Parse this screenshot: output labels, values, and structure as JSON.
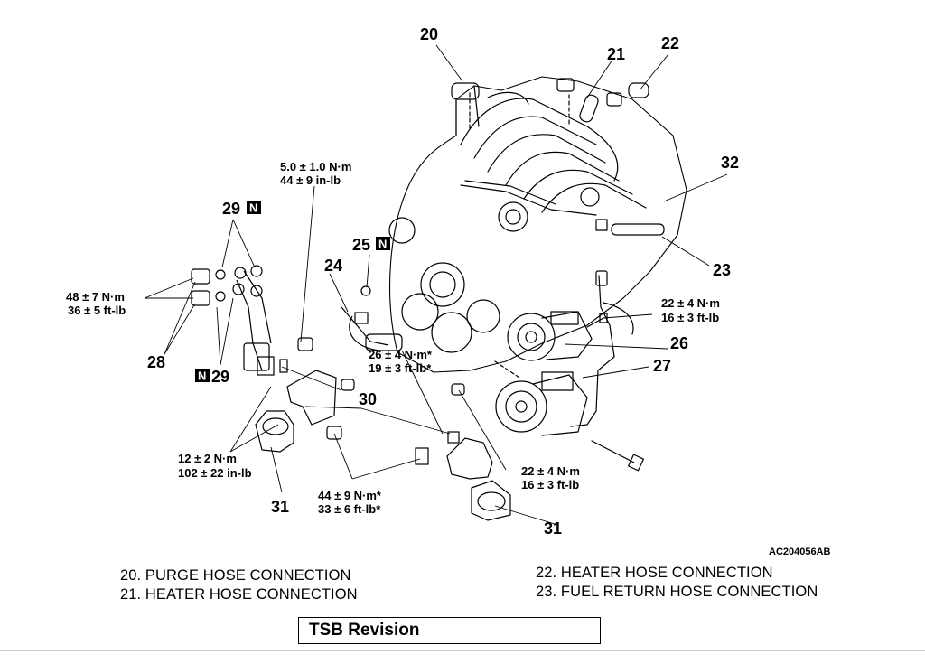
{
  "figure": {
    "id": "AC204056AB",
    "callouts": {
      "c20": "20",
      "c21": "21",
      "c22": "22",
      "c23": "23",
      "c24": "24",
      "c25": "25",
      "c26": "26",
      "c27": "27",
      "c28": "28",
      "c29a": "29",
      "c29b": "29",
      "c30": "30",
      "c31a": "31",
      "c31b": "31",
      "c32": "32"
    },
    "n_badge": "N",
    "torques": {
      "t1_nm": "5.0 ± 1.0 N·m",
      "t1_imp": "44 ± 9 in-lb",
      "t2_nm": "48 ± 7 N·m",
      "t2_imp": "36 ± 5 ft-lb",
      "t3_nm": "22 ± 4 N·m",
      "t3_imp": "16 ± 3 ft-lb",
      "t4_nm": "26 ± 4 N·m*",
      "t4_imp": "19 ± 3 ft-lb*",
      "t5_nm": "12 ± 2 N·m",
      "t5_imp": "102 ± 22 in-lb",
      "t6_nm": "44 ± 9 N·m*",
      "t6_imp": "33 ± 6 ft-lb*",
      "t7_nm": "22 ± 4 N·m",
      "t7_imp": "16 ± 3 ft-lb"
    }
  },
  "legend": {
    "left": [
      "20. PURGE HOSE CONNECTION",
      "21. HEATER HOSE CONNECTION"
    ],
    "right": [
      "22. HEATER HOSE CONNECTION",
      "23. FUEL RETURN HOSE CONNECTION"
    ]
  },
  "footer": {
    "tsb_label": "TSB Revision"
  },
  "colors": {
    "ink": "#000000",
    "paper": "#ffffff",
    "rule": "#c8c8c8"
  }
}
